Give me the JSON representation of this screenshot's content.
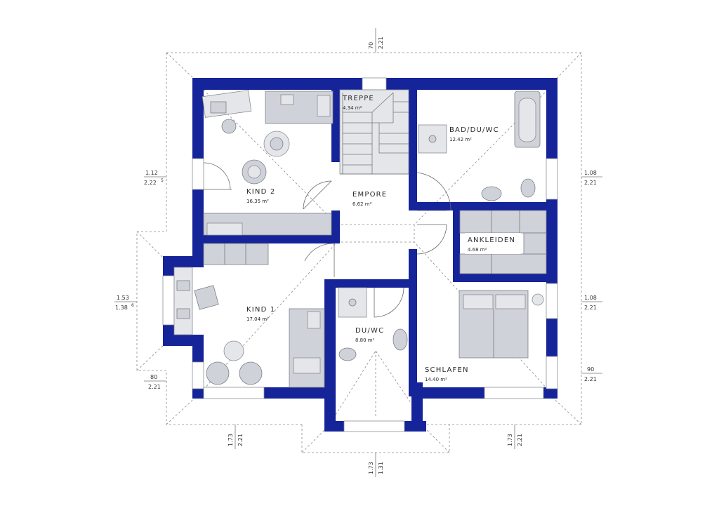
{
  "rooms": {
    "kind2": {
      "name": "KIND 2",
      "area": "16.35 m²"
    },
    "kind1": {
      "name": "KIND 1",
      "area": "17.04 m²"
    },
    "treppe": {
      "name": "TREPPE",
      "area": "4.34 m²"
    },
    "empore": {
      "name": "EMPORE",
      "area": "6.62 m²"
    },
    "bad": {
      "name": "BAD/DU/WC",
      "area": "12.42 m²"
    },
    "ankleiden": {
      "name": "ANKLEIDEN",
      "area": "4.68 m²"
    },
    "duwc": {
      "name": "DU/WC",
      "area": "8.80 m²"
    },
    "schlafen": {
      "name": "SCHLAFEN",
      "area": "14.40 m²"
    }
  },
  "dimensions": {
    "top_a": "70",
    "top_b": "2.21",
    "left_upper_a": "1.12",
    "left_upper_b": "2.22",
    "left_upper_b_sup": "5",
    "left_mid_a": "1.53",
    "left_mid_b": "1.38",
    "left_mid_b_sup": "6",
    "left_low_a": "80",
    "left_low_b": "2.21",
    "right_upper_a": "1.08",
    "right_upper_b": "2.21",
    "right_mid_a": "1.08",
    "right_mid_b": "2.21",
    "right_low_a": "90",
    "right_low_b": "2.21",
    "bottom_left_a": "1.73",
    "bottom_left_b": "2.21",
    "bottom_center_a": "1.73",
    "bottom_center_b": "1.31",
    "bottom_right_a": "1.73",
    "bottom_right_b": "2.21"
  },
  "colors": {
    "wall": "#16249a",
    "furniture": "#cfd2d8",
    "roof_outline": "#8a8a8a"
  }
}
